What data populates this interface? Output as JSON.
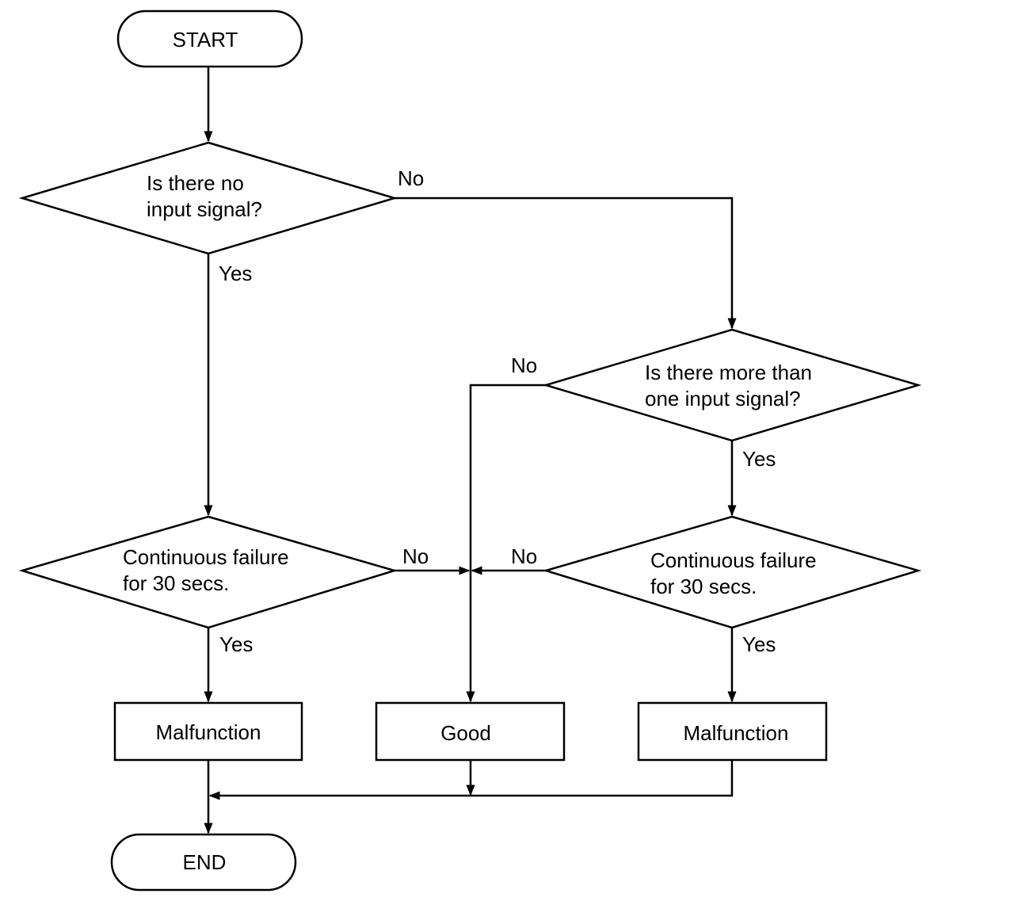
{
  "colors": {
    "stroke": "#000000",
    "background": "#ffffff",
    "text": "#000000"
  },
  "nodes": {
    "start": {
      "label": "START"
    },
    "decision_no_input": {
      "line1": "Is there no",
      "line2": "input signal?"
    },
    "decision_more_than_one": {
      "line1": "Is there more than",
      "line2": "one input signal?"
    },
    "decision_continuous_left": {
      "line1": "Continuous failure",
      "line2": "for 30 secs."
    },
    "decision_continuous_right": {
      "line1": "Continuous failure",
      "line2": "for 30 secs."
    },
    "malfunction_left": {
      "label": "Malfunction"
    },
    "good": {
      "label": "Good"
    },
    "malfunction_right": {
      "label": "Malfunction"
    },
    "end": {
      "label": "END"
    }
  },
  "edge_labels": {
    "no_input_no": "No",
    "no_input_yes": "Yes",
    "more_than_one_no": "No",
    "more_than_one_yes": "Yes",
    "continuous_left_no": "No",
    "continuous_left_yes": "Yes",
    "continuous_right_no": "No",
    "continuous_right_yes": "Yes"
  }
}
